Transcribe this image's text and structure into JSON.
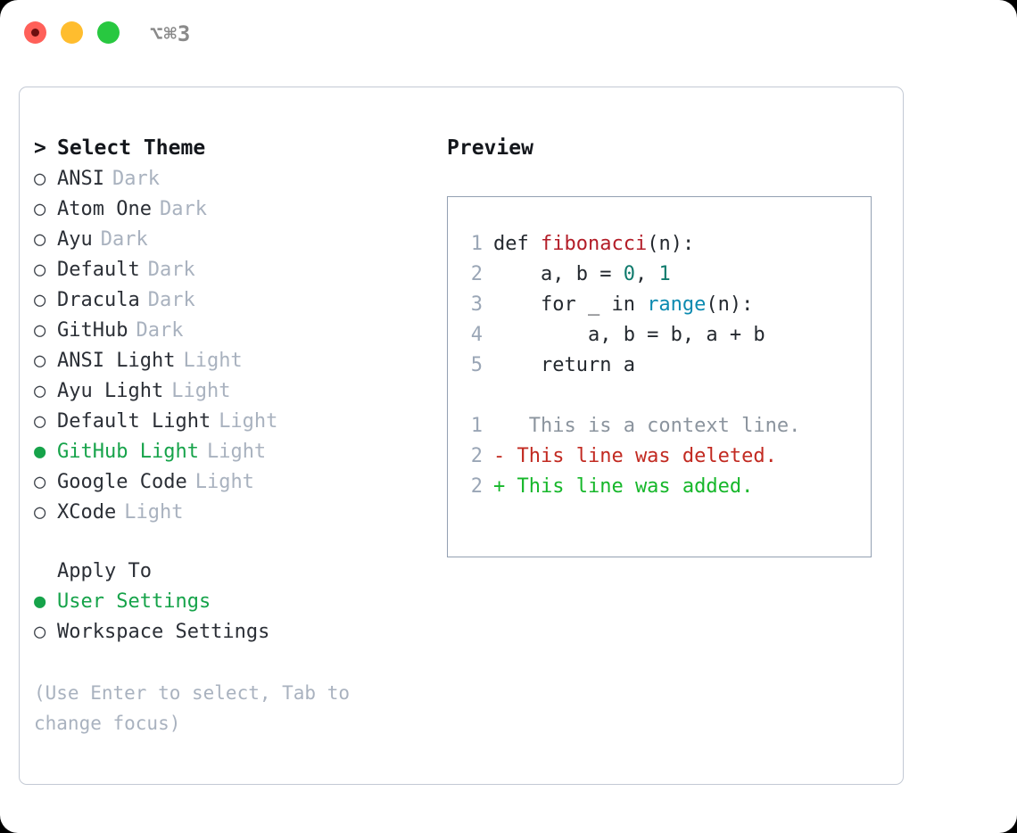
{
  "titlebar": {
    "shortcut": "⌥⌘3",
    "lights": [
      "close",
      "minimize",
      "maximize"
    ]
  },
  "theme_picker": {
    "header_marker": ">",
    "header": "Select Theme",
    "items": [
      {
        "marker": "○",
        "name": "ANSI",
        "tag": "Dark",
        "selected": false
      },
      {
        "marker": "○",
        "name": "Atom One",
        "tag": "Dark",
        "selected": false
      },
      {
        "marker": "○",
        "name": "Ayu",
        "tag": "Dark",
        "selected": false
      },
      {
        "marker": "○",
        "name": "Default",
        "tag": "Dark",
        "selected": false
      },
      {
        "marker": "○",
        "name": "Dracula",
        "tag": "Dark",
        "selected": false
      },
      {
        "marker": "○",
        "name": "GitHub",
        "tag": "Dark",
        "selected": false
      },
      {
        "marker": "○",
        "name": "ANSI Light",
        "tag": "Light",
        "selected": false
      },
      {
        "marker": "○",
        "name": "Ayu Light",
        "tag": "Light",
        "selected": false
      },
      {
        "marker": "○",
        "name": "Default Light",
        "tag": "Light",
        "selected": false
      },
      {
        "marker": "●",
        "name": "GitHub Light",
        "tag": "Light",
        "selected": true
      },
      {
        "marker": "○",
        "name": "Google Code",
        "tag": "Light",
        "selected": false
      },
      {
        "marker": "○",
        "name": "XCode",
        "tag": "Light",
        "selected": false
      }
    ]
  },
  "apply_to": {
    "title": "Apply To",
    "options": [
      {
        "marker": "●",
        "label": "User Settings",
        "selected": true
      },
      {
        "marker": "○",
        "label": "Workspace Settings",
        "selected": false
      }
    ]
  },
  "hint": "(Use Enter to select, Tab to change focus)",
  "preview": {
    "title": "Preview",
    "code_lines": [
      {
        "no": "1",
        "parts": [
          {
            "t": "def ",
            "c": "plain"
          },
          {
            "t": "fibonacci",
            "c": "fn"
          },
          {
            "t": "(n):",
            "c": "plain"
          }
        ]
      },
      {
        "no": "2",
        "parts": [
          {
            "t": "    a, b = ",
            "c": "plain"
          },
          {
            "t": "0",
            "c": "num"
          },
          {
            "t": ", ",
            "c": "plain"
          },
          {
            "t": "1",
            "c": "num"
          }
        ]
      },
      {
        "no": "3",
        "parts": [
          {
            "t": "    for _ in ",
            "c": "plain"
          },
          {
            "t": "range",
            "c": "call"
          },
          {
            "t": "(n):",
            "c": "plain"
          }
        ]
      },
      {
        "no": "4",
        "parts": [
          {
            "t": "        a, b = b, a + b",
            "c": "plain"
          }
        ]
      },
      {
        "no": "5",
        "parts": [
          {
            "t": "    return a",
            "c": "plain"
          }
        ]
      }
    ],
    "diff_lines": [
      {
        "no": "1",
        "sign": " ",
        "text": "  This is a context line.",
        "kind": "ctx"
      },
      {
        "no": "2",
        "sign": "-",
        "text": " This line was deleted.",
        "kind": "del"
      },
      {
        "no": "2",
        "sign": "+",
        "text": " This line was added.",
        "kind": "add"
      }
    ]
  },
  "colors": {
    "accent_green": "#16a34a",
    "muted": "#a9b2bf",
    "panel_border": "#c3c9d4",
    "preview_border": "#93a0b2",
    "diff_add": "#16b72a",
    "diff_del": "#c22a21",
    "fn": "#b31d28",
    "call": "#0b8ab0",
    "num": "#0f7a6c"
  }
}
